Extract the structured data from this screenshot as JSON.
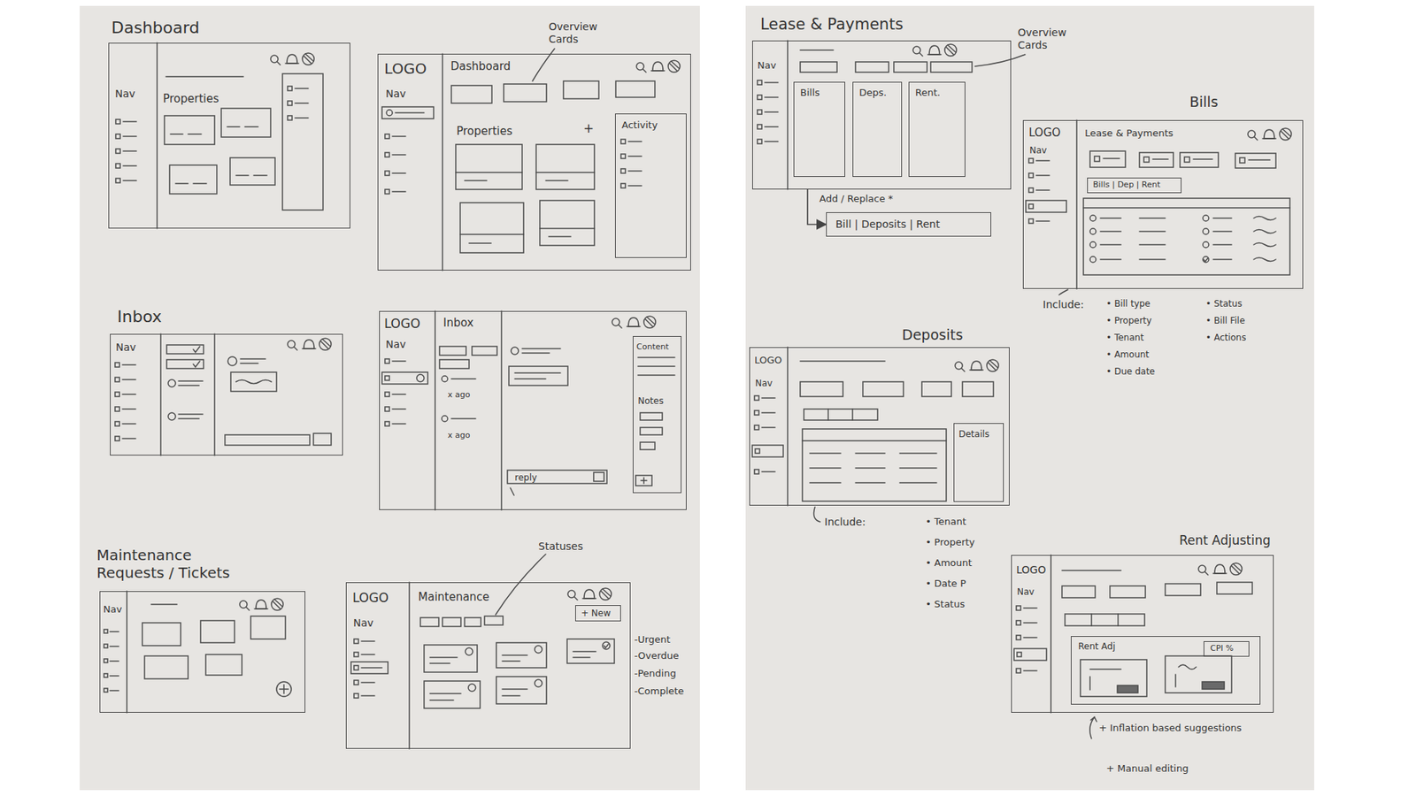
{
  "diagram": {
    "nodes": [
      {
        "text": [
          "Dashboard",
          "Nav",
          "Properties"
        ]
      },
      {
        "text": [
          "LOGO",
          "Dashboard",
          "Nav",
          "Properties",
          "+"
        ]
      },
      {
        "text": [
          "Activity"
        ],
        "in": 1
      },
      {
        "text": [
          "Inbox",
          "Nav"
        ]
      },
      {
        "text": [
          "LOGO",
          "Inbox",
          "Nav",
          "x ago",
          "x ago",
          "reply"
        ]
      },
      {
        "text": [
          "Content",
          "Notes"
        ],
        "in": 4
      },
      {
        "text": [
          "Maintenance Requests / Tickets",
          "Nav"
        ]
      },
      {
        "text": [
          "LOGO",
          "Maintenance",
          "Nav"
        ]
      },
      {
        "text": [
          "+ New"
        ],
        "in": 7
      },
      {
        "text": [
          "Lease & Payments",
          "Nav"
        ]
      },
      {
        "text": [
          "Bills"
        ],
        "in": 9
      },
      {
        "text": [
          "Deps."
        ],
        "in": 9
      },
      {
        "text": [
          "Rent."
        ],
        "in": 9
      },
      {
        "text": [
          "Bill | Deposits | Rent"
        ]
      },
      {
        "text": [
          "Bills",
          "LOGO",
          "Lease & Payments",
          "Nav"
        ]
      },
      {
        "text": [
          "Bills | Dep | Rent"
        ],
        "in": 14
      },
      {
        "text": [
          "Deposits",
          "LOGO",
          "Nav"
        ]
      },
      {
        "text": [
          "Details"
        ],
        "in": 16
      },
      {
        "text": [
          "Rent Adjusting",
          "LOGO",
          "Nav"
        ]
      },
      {
        "text": [
          "Rent Adj"
        ],
        "in": 18
      },
      {
        "text": [
          "CPI %"
        ],
        "in": 19
      }
    ],
    "edges": [
      {
        "from": 9,
        "to": 13,
        "label": "Add / Replace *",
        "arrow": "to"
      }
    ],
    "labels": [
      "Overview Cards",
      "Statuses",
      "-Urgent",
      "-Overdue",
      "-Pending",
      "-Complete",
      "Overview Cards",
      "Include:",
      "• Bill type",
      "• Property",
      "• Tenant",
      "• Amount",
      "• Due date",
      "• Status",
      "• Bill File",
      "• Actions",
      "Include:",
      "• Tenant",
      "• Property",
      "• Amount",
      "• Date P",
      "• Status",
      "+ Inflation based suggestions",
      "+ Manual editing"
    ]
  }
}
